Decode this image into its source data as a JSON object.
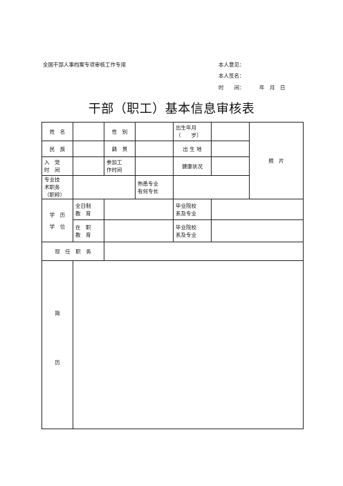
{
  "header": {
    "left_note": "全国干部人事档案专项审核工作专用",
    "opinion_label": "本人意见：",
    "signature_label": "本人签名：",
    "date_label": "时　　间：",
    "date_units": "年　月　日"
  },
  "title": "干部（职工）基本信息审核表",
  "form": {
    "name": "姓　名",
    "gender": "性　别",
    "birth_line1": "出生年月",
    "birth_line2": "（　　岁）",
    "photo": "照　片",
    "ethnicity": "民　族",
    "native_place": "籍　贯",
    "birthplace": "出 生 地",
    "party_line1": "入　党",
    "party_line2": "时　间",
    "work_line1": "参加工",
    "work_line2": "作时间",
    "health": "健康状况",
    "title_line1": "专业技",
    "title_line2": "术职务",
    "title_line3": "（职称）",
    "skill_line1": "熟悉专业",
    "skill_line2": "有何专长",
    "edu_line1": "学　历",
    "edu_line2": "学　位",
    "fulltime_line1": "全日制",
    "fulltime_line2": "教　育",
    "inservice_line1": "在　职",
    "inservice_line2": "教　育",
    "school_line1": "毕业院校",
    "school_line2": "系及专业",
    "current_post": "现　任　职　务",
    "resume_char1": "简",
    "resume_char2": "历"
  }
}
